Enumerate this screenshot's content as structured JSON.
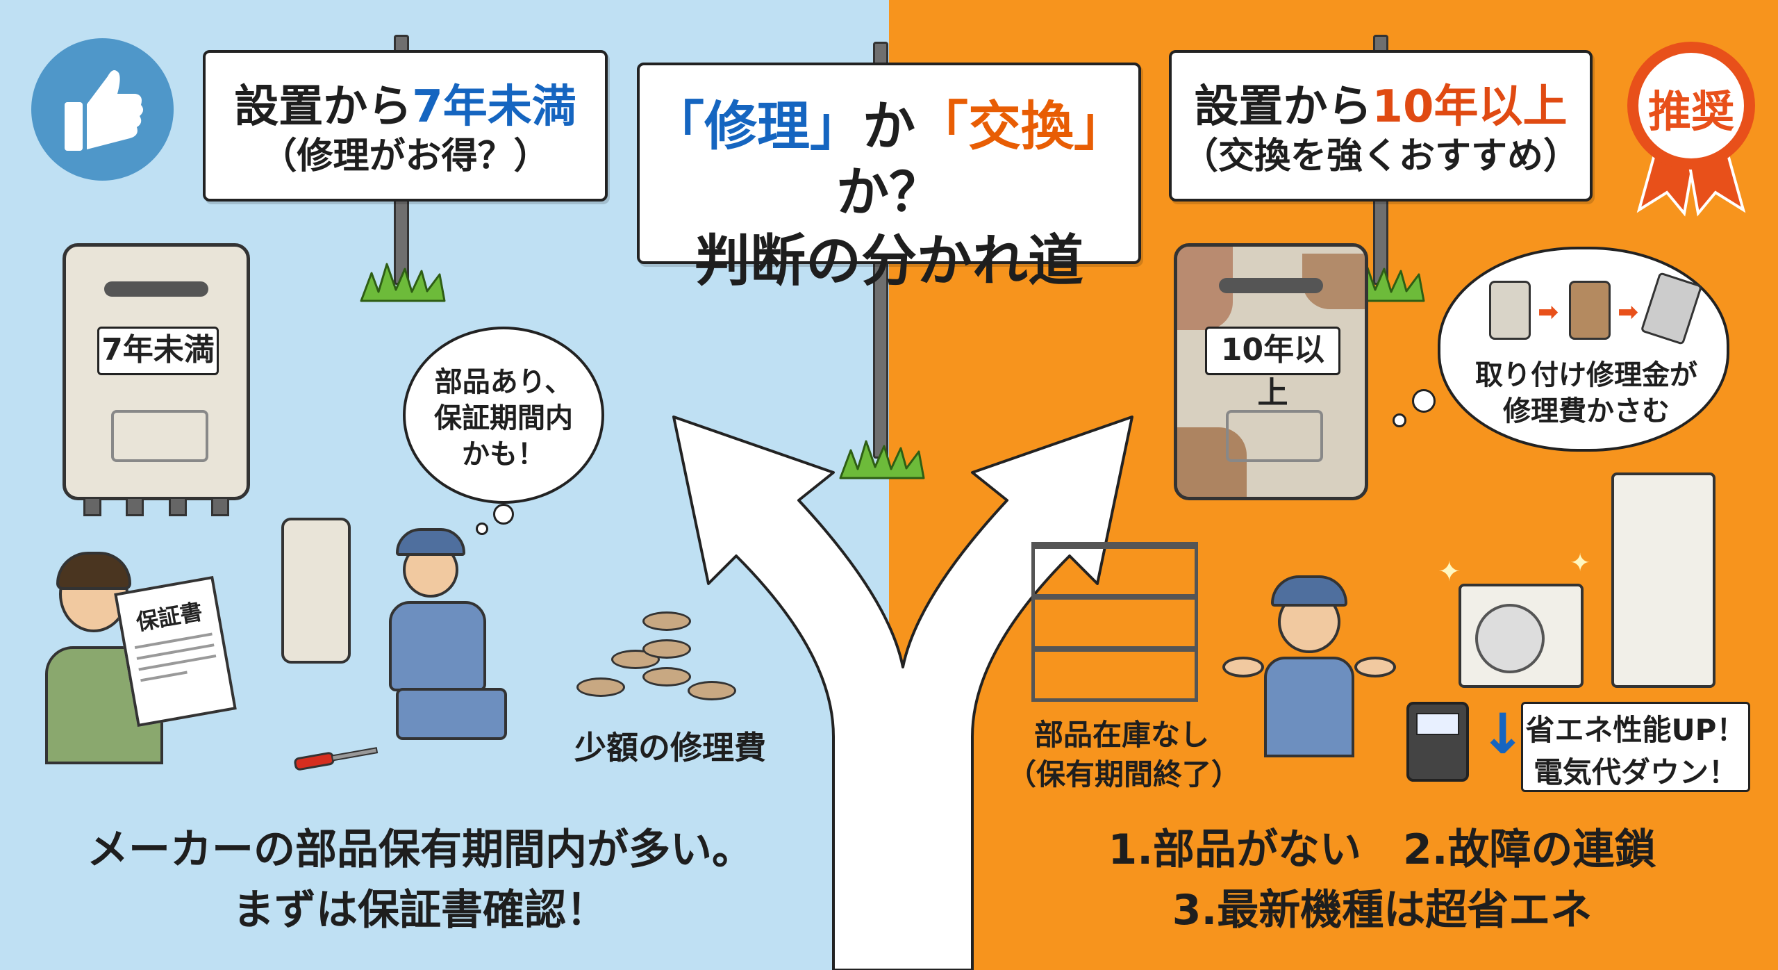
{
  "center_sign": {
    "q1": "「修理」",
    "mid": "か",
    "q2": "「交換」",
    "end": "か？",
    "line2": "判断の分かれ道"
  },
  "left_sign": {
    "prefix": "設置から",
    "highlight": "7年未満",
    "sub": "（修理がお得？）"
  },
  "right_sign": {
    "prefix": "設置から",
    "highlight": "10年以上",
    "sub": "（交換を強くおすすめ）"
  },
  "badge": "推奨",
  "left_heater_label": "7年未満",
  "right_heater_label": "10年以上",
  "warranty_doc": "保証書",
  "left_bubble": [
    "部品あり、",
    "保証期間内",
    "かも！"
  ],
  "coins_caption": "少額の修理費",
  "right_bubble": [
    "取り付け修理金が",
    "修理費かさむ"
  ],
  "shelf_caption": [
    "部品在庫なし",
    "（保有期間終了）"
  ],
  "savings_box": [
    "省エネ性能UP！",
    "電気代ダウン！"
  ],
  "left_bottom": [
    "メーカーの部品保有期間内が多い。",
    "まずは保証書確認！"
  ],
  "right_bottom": [
    "1.部品がない　2.故障の連鎖",
    "3.最新機種は超省エネ"
  ],
  "colors": {
    "left_bg": "#bfe0f3",
    "right_bg": "#f7941d",
    "blue_accent": "#1565c0",
    "orange_accent": "#e85d04",
    "badge": "#e8501a"
  },
  "icons": [
    "thumbs-up-icon",
    "recommend-ribbon-icon",
    "arrow-fork-icon"
  ]
}
